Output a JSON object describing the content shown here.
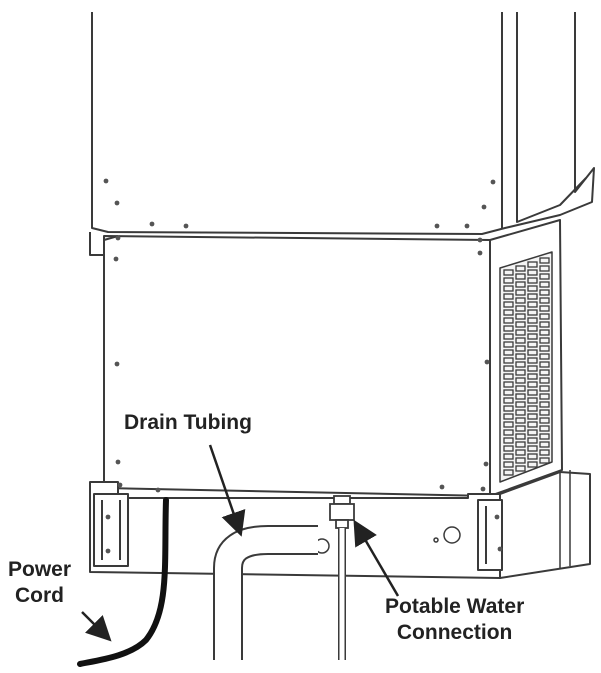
{
  "labels": {
    "drain_tubing": "Drain Tubing",
    "power_cord_line1": "Power",
    "power_cord_line2": "Cord",
    "potable_water_line1": "Potable Water",
    "potable_water_line2": "Connection"
  },
  "colors": {
    "line": "#3a3a3a",
    "fill": "#ffffff",
    "cord": "#111111",
    "text": "#222222"
  }
}
